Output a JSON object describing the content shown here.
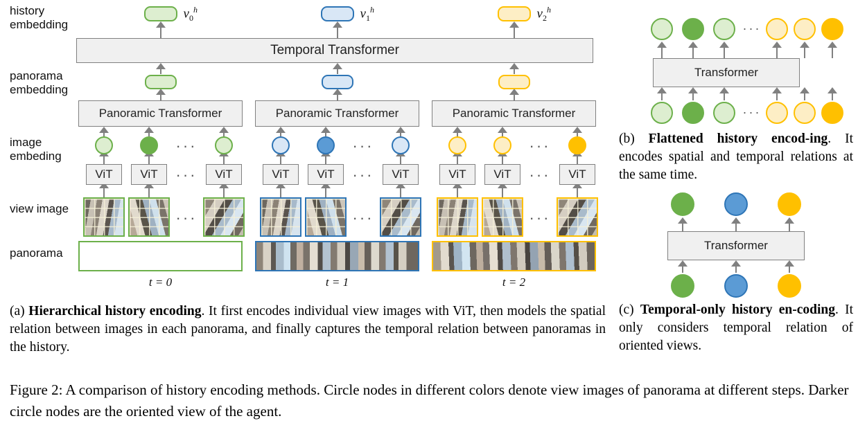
{
  "row_labels": {
    "history_embedding": "history\nembedding",
    "panorama_embedding": "panorama\nembedding",
    "image_embedding": "image\nembeding",
    "view_image": "view image",
    "panorama": "panorama"
  },
  "labels": {
    "history_embedding_l1": "history",
    "history_embedding_l2": "embedding",
    "panorama_embedding_l1": "panorama",
    "panorama_embedding_l2": "embedding",
    "image_embedding_l1": "image",
    "image_embedding_l2": "embeding",
    "view_image": "view image",
    "panorama": "panorama"
  },
  "panel_a": {
    "temporal_transformer": "Temporal Transformer",
    "panoramic_transformer": "Panoramic Transformer",
    "vit": "ViT",
    "ellipsis": "···",
    "history_tokens": [
      "v0h",
      "v1h",
      "v2h"
    ],
    "history_token_base": "v",
    "history_token_sup": "h",
    "timesteps": [
      {
        "label": "t = 0",
        "color_name": "green",
        "oriented_index": 1
      },
      {
        "label": "t = 1",
        "color_name": "blue",
        "oriented_index": 1
      },
      {
        "label": "t = 2",
        "color_name": "yellow",
        "oriented_index": 2
      }
    ],
    "views_per_step": 3,
    "caption_prefix": "(a)",
    "caption_bold": "Hierarchical history encoding",
    "caption_rest": ". It first encodes individual view images with ViT, then models the spatial relation between images in each panorama, and finally captures the temporal relation between panoramas in the history."
  },
  "panel_b": {
    "transformer": "Transformer",
    "ellipsis": "···",
    "top_nodes": [
      "green-light",
      "green-dark",
      "green-light",
      "gap",
      "yellow-light",
      "yellow-light",
      "yellow-dark"
    ],
    "bottom_nodes": [
      "green-light",
      "green-dark",
      "green-light",
      "gap",
      "yellow-light",
      "yellow-light",
      "yellow-dark"
    ],
    "caption_prefix": "(b)",
    "caption_bold": "Flattened history encod-ing",
    "caption_bold_line1": "Flattened history encod-",
    "caption_bold_line2": "ing",
    "caption_rest": ". It encodes spatial and temporal relations at the same time."
  },
  "panel_c": {
    "transformer": "Transformer",
    "top_nodes": [
      "green-dark",
      "blue-dark",
      "yellow-dark"
    ],
    "bottom_nodes": [
      "green-dark",
      "blue-dark",
      "yellow-dark"
    ],
    "caption_prefix": "(c)",
    "caption_bold_line1": "Temporal-only history en-",
    "caption_bold_line2": "coding",
    "caption_rest": ". It only considers temporal relation of oriented views."
  },
  "figure_caption": {
    "label": "Figure 2:",
    "text": "A comparison of history encoding methods. Circle nodes in different colors denote view images of panorama at different steps. Darker circle nodes are the oriented view of the agent."
  },
  "colors": {
    "green_dark": "#6cb04a",
    "green_light": "#ddeed0",
    "green_stroke": "#6cb04a",
    "blue_dark": "#5b9bd5",
    "blue_light": "#d9e7f6",
    "blue_stroke": "#2e75b6",
    "yellow_dark": "#ffc000",
    "yellow_light": "#fdeec5",
    "yellow_stroke": "#ffc000",
    "box_fill": "#f0f0f0",
    "box_stroke": "#808080",
    "arrow": "#808080"
  }
}
